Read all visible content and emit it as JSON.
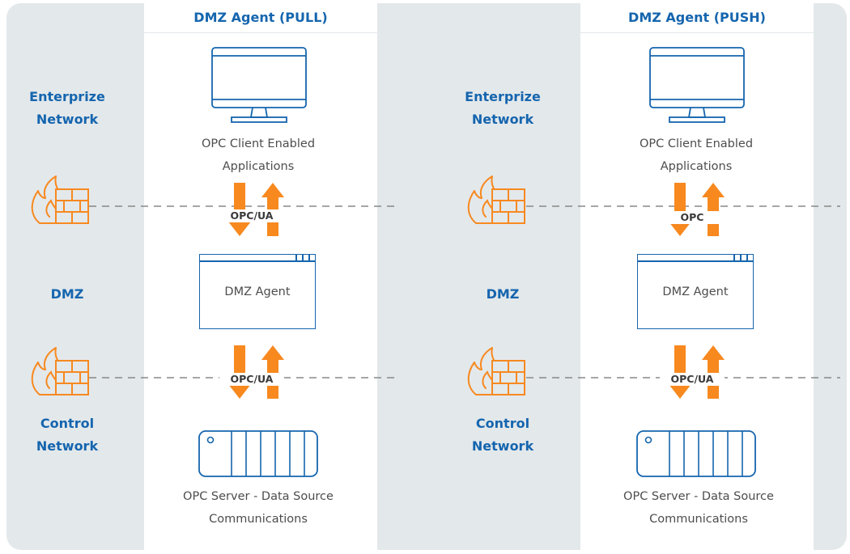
{
  "colors": {
    "background": "#e3e8eb",
    "panel": "#ffffff",
    "blue": "#1565ae",
    "orange": "#f7891f",
    "dash": "#888888"
  },
  "pull": {
    "title": "DMZ Agent (PULL)",
    "enterprise_label_1": "Enterprize",
    "enterprise_label_2": "Network",
    "client_caption_1": "OPC Client Enabled",
    "client_caption_2": "Applications",
    "upper_protocol": "OPC/UA",
    "dmz_label": "DMZ",
    "agent_label": "DMZ Agent",
    "lower_protocol": "OPC/UA",
    "control_label_1": "Control",
    "control_label_2": "Network",
    "server_caption_1": "OPC Server - Data Source",
    "server_caption_2": "Communications"
  },
  "push": {
    "title": "DMZ Agent (PUSH)",
    "enterprise_label_1": "Enterprize",
    "enterprise_label_2": "Network",
    "client_caption_1": "OPC Client Enabled",
    "client_caption_2": "Applications",
    "upper_protocol": "OPC",
    "dmz_label": "DMZ",
    "agent_label": "DMZ Agent",
    "lower_protocol": "OPC/UA",
    "control_label_1": "Control",
    "control_label_2": "Network",
    "server_caption_1": "OPC Server - Data Source",
    "server_caption_2": "Communications"
  },
  "icons": [
    "monitor-icon",
    "firewall-icon",
    "arrow-down-icon",
    "arrow-up-icon",
    "window-icon",
    "server-rack-icon"
  ]
}
